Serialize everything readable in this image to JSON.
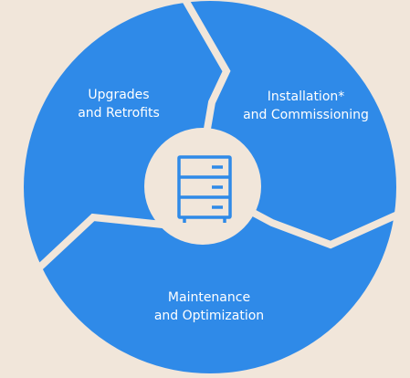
{
  "colors": {
    "background": "#F1E6DA",
    "segment": "#2F8AE8",
    "gap": "#F1E6DA",
    "hub": "#F1E6DA",
    "icon": "#2F8AE8",
    "label_text": "#FFFFFF"
  },
  "segments": [
    {
      "line1": "Upgrades",
      "line2": "and Retrofits"
    },
    {
      "line1": "Installation*",
      "line2": "and Commissioning"
    },
    {
      "line1": "Maintenance",
      "line2": "and Optimization"
    }
  ],
  "hub_icon": "server-rack-icon"
}
